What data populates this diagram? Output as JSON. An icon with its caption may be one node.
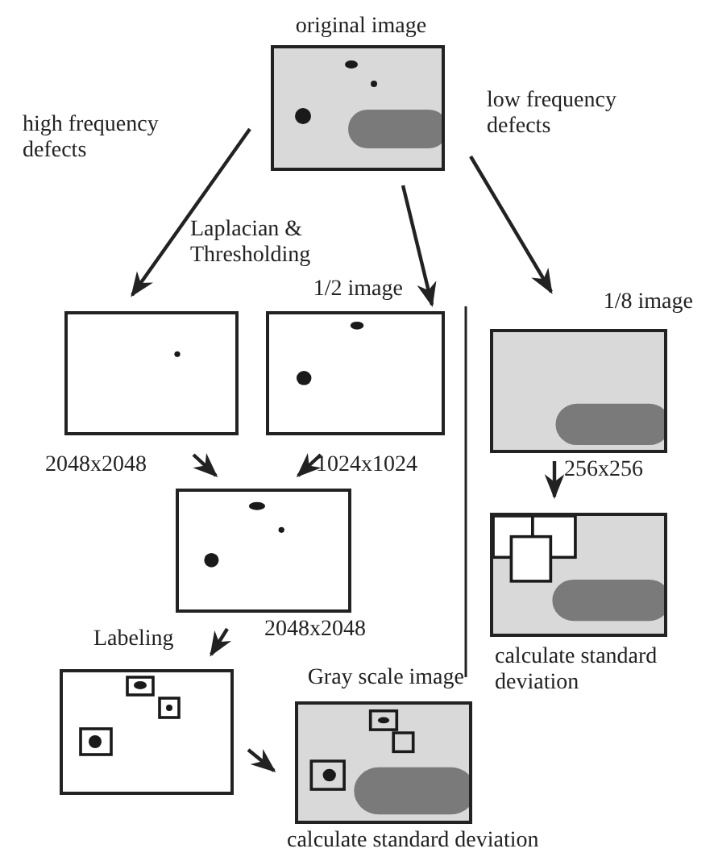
{
  "diagram": {
    "nodes": [
      {
        "text": [
          "original image"
        ]
      },
      {
        "text": [],
        "shape": "box",
        "beside": [
          "2048x2048"
        ]
      },
      {
        "text": [
          "1/2 image"
        ],
        "beside": [
          "1024x1024"
        ]
      },
      {
        "text": [
          "1/8 image"
        ],
        "beside": [
          "256x256"
        ]
      },
      {
        "text": [],
        "shape": "box",
        "beside": [
          "2048x2048"
        ]
      },
      {
        "text": [],
        "shape": "box"
      },
      {
        "text": [
          "Gray scale image"
        ],
        "beside": [
          "calculate standard deviation"
        ]
      },
      {
        "text": [],
        "shape": "box",
        "beside": [
          "calculate standard deviation"
        ]
      }
    ],
    "edges": [
      {
        "from": 0,
        "to": 1,
        "arrow": "to",
        "label": "high frequency defects"
      },
      {
        "from": 0,
        "to": 2,
        "arrow": "to"
      },
      {
        "from": 0,
        "to": 3,
        "arrow": "to",
        "label": "low frequency defects"
      },
      {
        "from": 1,
        "to": 4,
        "arrow": "to"
      },
      {
        "from": 2,
        "to": 4,
        "arrow": "to"
      },
      {
        "from": 4,
        "to": 5,
        "arrow": "to",
        "label": "Labeling"
      },
      {
        "from": 5,
        "to": 6,
        "arrow": "to"
      },
      {
        "from": 3,
        "to": 7,
        "arrow": "to"
      }
    ],
    "labels": [
      "Laplacian & Thresholding"
    ]
  }
}
